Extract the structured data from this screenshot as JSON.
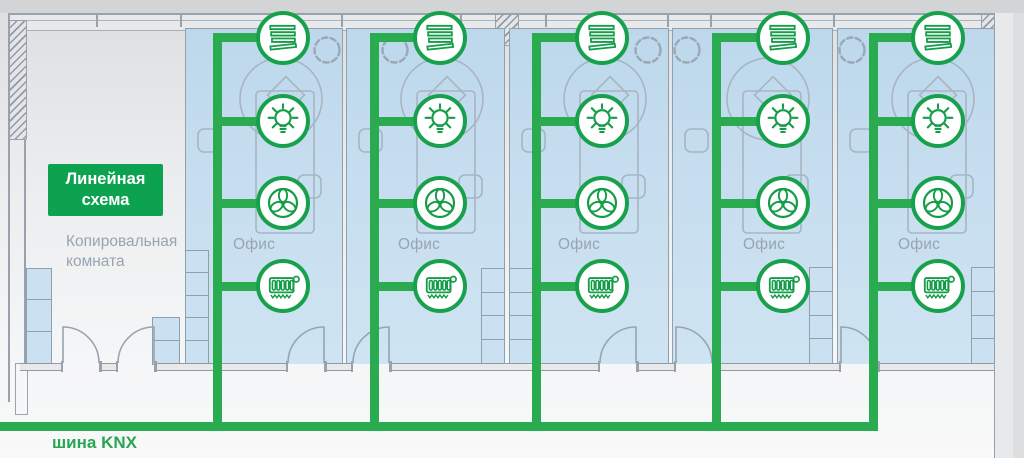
{
  "scheme": {
    "type_label": "Линейная схема",
    "bus_label": "шина KNX"
  },
  "floor_plan": {
    "copy_room_label": "Копировальная комната",
    "rooms": [
      {
        "label": "Офис"
      },
      {
        "label": "Офис"
      },
      {
        "label": "Офис"
      },
      {
        "label": "Офис"
      },
      {
        "label": "Офис"
      }
    ]
  },
  "devices": {
    "rows": [
      {
        "icon": "blinds-icon"
      },
      {
        "icon": "lighting-icon"
      },
      {
        "icon": "ventilation-icon"
      },
      {
        "icon": "heating-icon"
      }
    ]
  },
  "colors": {
    "accent_green": "#0da24f",
    "line_green": "#2aab4f",
    "icon_green": "#149c49",
    "room_blue": "#c6ddee",
    "wall_gray": "#98a2ac",
    "label_gray": "#97a5b0"
  }
}
